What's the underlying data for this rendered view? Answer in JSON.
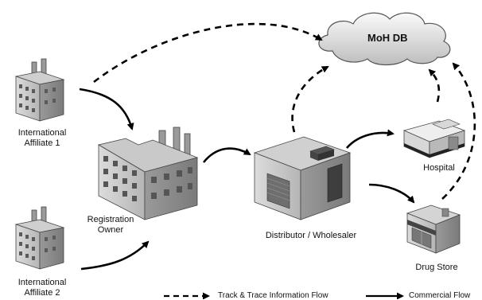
{
  "nodes": {
    "moh_db": "MoH DB",
    "intl_affiliate_1": [
      "International",
      "Affiliate 1"
    ],
    "intl_affiliate_2": [
      "International",
      "Affiliate 2"
    ],
    "registration_owner": [
      "Registration",
      "Owner"
    ],
    "distributor": "Distributor / Wholesaler",
    "hospital": "Hospital",
    "drug_store": "Drug Store"
  },
  "legend": {
    "track_trace": "Track & Trace Information Flow",
    "commercial": "Commercial Flow"
  },
  "edges": [
    {
      "from": "intl_affiliate_1",
      "to": "moh_db",
      "style": "dashed"
    },
    {
      "from": "intl_affiliate_1",
      "to": "registration_owner",
      "style": "solid"
    },
    {
      "from": "intl_affiliate_2",
      "to": "registration_owner",
      "style": "solid"
    },
    {
      "from": "registration_owner",
      "to": "distributor",
      "style": "solid"
    },
    {
      "from": "distributor",
      "to": "moh_db",
      "style": "dashed"
    },
    {
      "from": "distributor",
      "to": "hospital",
      "style": "solid"
    },
    {
      "from": "distributor",
      "to": "drug_store",
      "style": "solid"
    },
    {
      "from": "hospital",
      "to": "moh_db",
      "style": "dashed"
    },
    {
      "from": "drug_store",
      "to": "moh_db",
      "style": "dashed"
    }
  ]
}
